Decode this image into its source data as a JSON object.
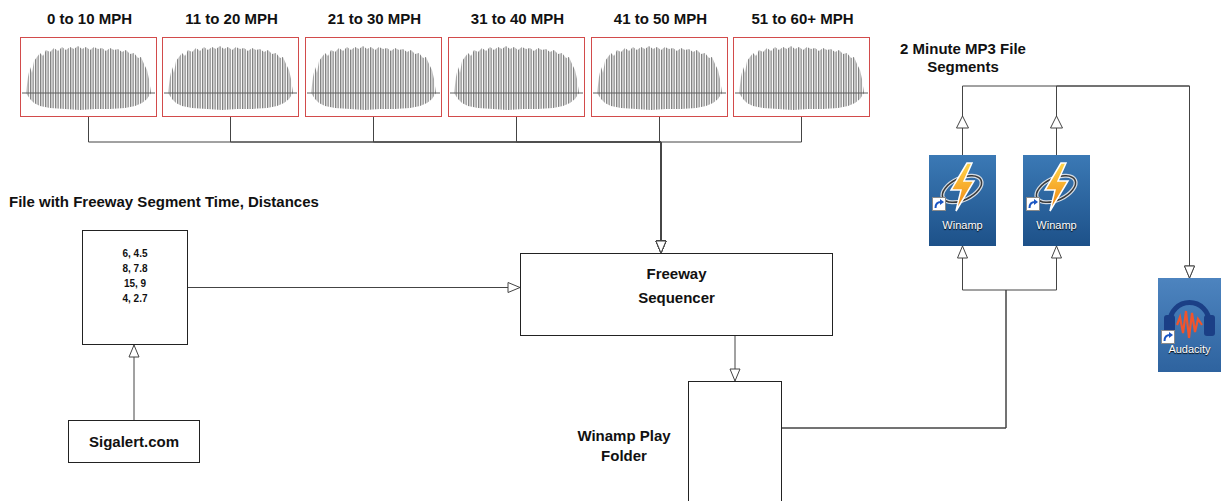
{
  "diagram": {
    "nodes": [
      {
        "text": [
          "0 to 10 MPH"
        ]
      },
      {
        "text": [
          "11 to 20 MPH"
        ]
      },
      {
        "text": [
          "21 to 30 MPH"
        ]
      },
      {
        "text": [
          "31 to 40 MPH"
        ]
      },
      {
        "text": [
          "41 to 50 MPH"
        ]
      },
      {
        "text": [
          "51 to 60+ MPH"
        ]
      },
      {
        "text": [
          "File with Freeway Segment Time, Distances",
          "6, 4.5",
          "8, 7.8",
          "15, 9",
          "4, 2.7"
        ]
      },
      {
        "text": [
          "Freeway Sequencer"
        ]
      },
      {
        "text": [
          "Winamp Play Folder"
        ]
      },
      {
        "text": [
          "Sigalert.com"
        ]
      },
      {
        "text": [
          "Winamp"
        ]
      },
      {
        "text": [
          "Winamp"
        ]
      },
      {
        "text": [
          "Audacity"
        ]
      }
    ],
    "edges": [
      {
        "from": 0,
        "to": 7,
        "arrow": "to"
      },
      {
        "from": 1,
        "to": 7,
        "arrow": "to"
      },
      {
        "from": 2,
        "to": 7,
        "arrow": "to"
      },
      {
        "from": 3,
        "to": 7,
        "arrow": "to"
      },
      {
        "from": 4,
        "to": 7,
        "arrow": "to"
      },
      {
        "from": 5,
        "to": 7,
        "arrow": "to"
      },
      {
        "from": 9,
        "to": 6,
        "arrow": "to"
      },
      {
        "from": 6,
        "to": 7,
        "arrow": "to"
      },
      {
        "from": 7,
        "to": 8,
        "arrow": "to"
      },
      {
        "from": 8,
        "to": 10,
        "arrow": "to"
      },
      {
        "from": 8,
        "to": 11,
        "arrow": "to"
      },
      {
        "from": 10,
        "to": 12,
        "arrow": "to"
      },
      {
        "from": 11,
        "to": 12,
        "arrow": "to"
      }
    ],
    "labels": [
      "2 Minute MP3 File Segments"
    ]
  }
}
